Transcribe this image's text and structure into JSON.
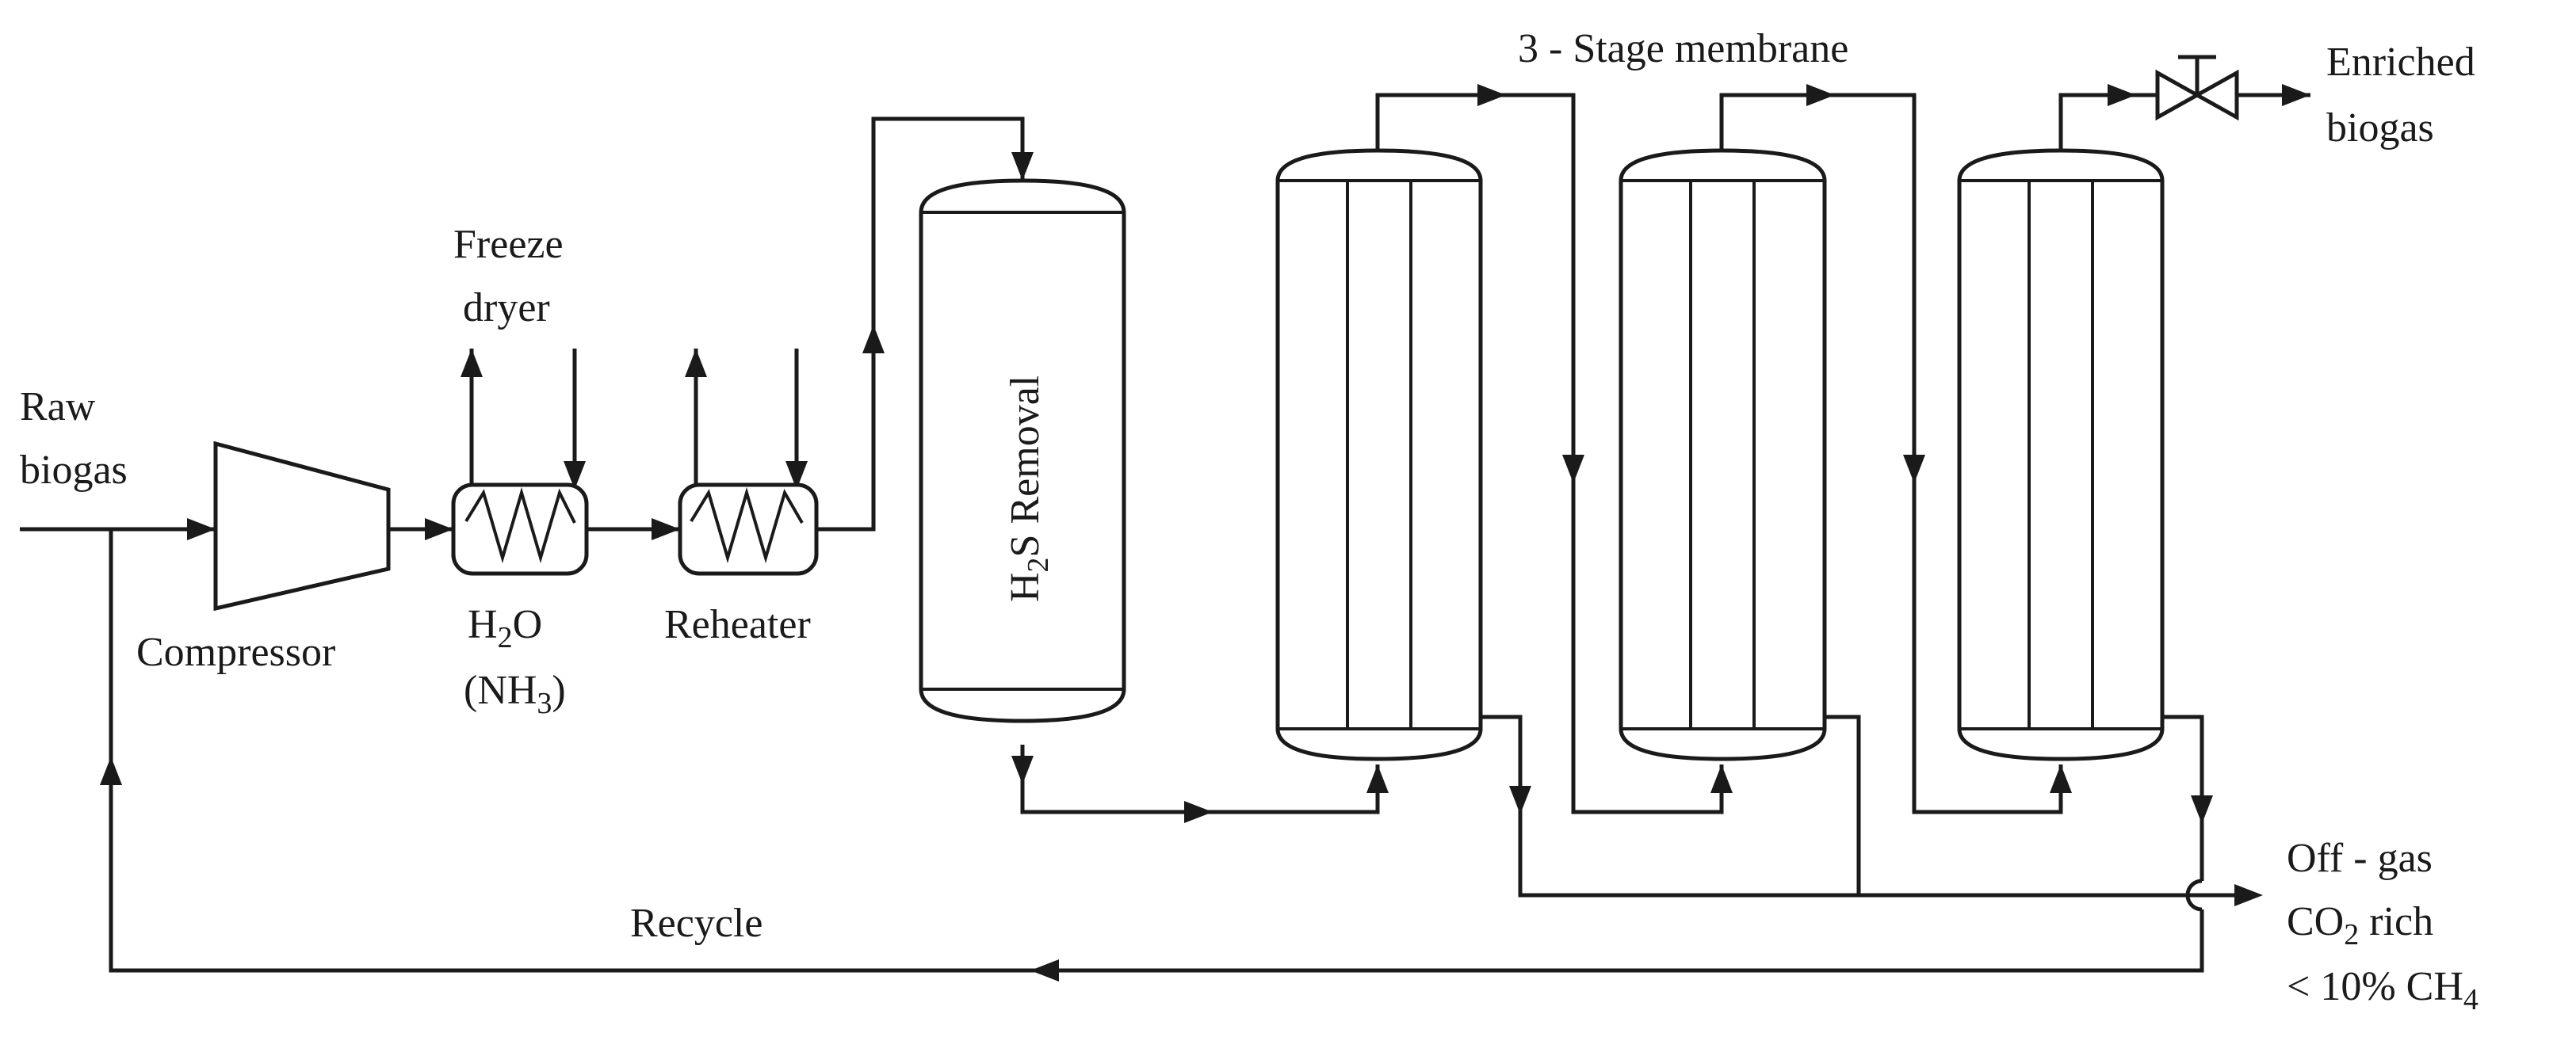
{
  "labels": {
    "raw_biogas_line1": "Raw",
    "raw_biogas_line2": "biogas",
    "compressor": "Compressor",
    "freeze_dryer_line1": "Freeze",
    "freeze_dryer_line2": "dryer",
    "h2o_main": "H",
    "h2o_sub": "2",
    "h2o_tail": "O",
    "nh3_open": "(NH",
    "nh3_sub": "3",
    "nh3_close": ")",
    "reheater": "Reheater",
    "h2s_main": "H",
    "h2s_sub": "2",
    "h2s_tail": "S Removal",
    "membrane_title": "3 - Stage membrane",
    "enriched_line1": "Enriched",
    "enriched_line2": "biogas",
    "offgas_line1": "Off - gas",
    "co2_main": "CO",
    "co2_sub": "2",
    "co2_tail": " rich",
    "ch4_main": "< 10% CH",
    "ch4_sub": "4",
    "recycle": "Recycle"
  },
  "icons": [
    "compressor-icon",
    "heat-exchanger-icon",
    "valve-icon",
    "flow-arrow-icon"
  ]
}
